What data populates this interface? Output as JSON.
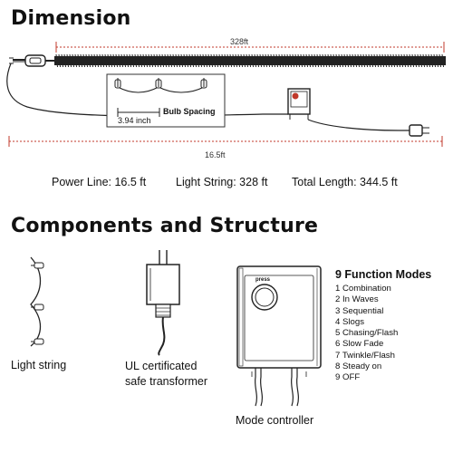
{
  "headings": {
    "dimension": "Dimension",
    "components": "Components and Structure"
  },
  "dimension": {
    "string_length_label": "328ft",
    "power_line_length_label": "16.5ft",
    "bulb_spacing_label": "Bulb Spacing",
    "bulb_spacing_value": "3.94 inch"
  },
  "specs": {
    "power_line": "Power Line: 16.5 ft",
    "light_string": "Light String: 328 ft",
    "total_length": "Total Length: 344.5 ft"
  },
  "components": {
    "light_string_caption": "Light string",
    "transformer_caption_line1": "UL certificated",
    "transformer_caption_line2": "safe transformer",
    "controller_caption": "Mode controller",
    "controller_button_label": "press"
  },
  "function_modes": {
    "title": "9 Function Modes",
    "items": [
      "1 Combination",
      "2 In Waves",
      "3 Sequential",
      "4 Slogs",
      "5 Chasing/Flash",
      "6 Slow Fade",
      "7 Twinkle/Flash",
      "8 Steady on",
      "9 OFF"
    ]
  },
  "colors": {
    "dimension_line": "#c0392b",
    "wire": "#222222"
  }
}
